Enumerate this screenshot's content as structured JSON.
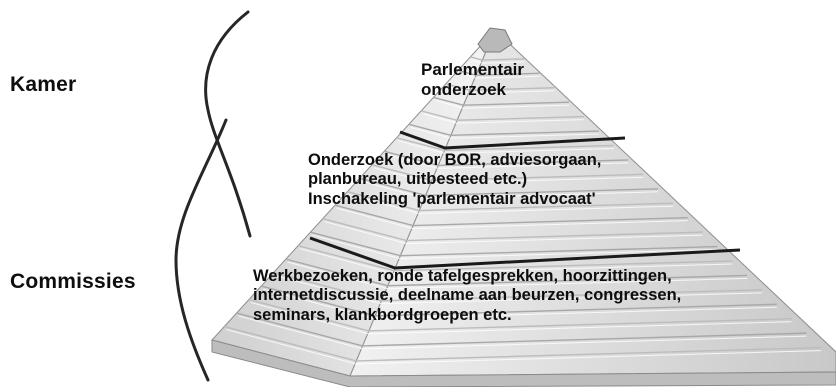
{
  "side_labels": {
    "top": "Kamer",
    "bottom": "Commissies"
  },
  "tiers": {
    "top": {
      "lines": [
        "Parlementair",
        "onderzoek"
      ]
    },
    "middle": {
      "lines": [
        "Onderzoek (door BOR, adviesorgaan,",
        "planbureau, uitbesteed etc.)",
        "Inschakeling 'parlementair advocaat'"
      ]
    },
    "bottom": {
      "lines": [
        "Werkbezoeken, ronde tafelgesprekken, hoorzittingen,",
        "internetdiscussie, deelname aan beurzen, congressen,",
        "seminars, klankbordgroepen etc."
      ]
    }
  },
  "colors": {
    "stone_light": "#f2f2f2",
    "stone_mid": "#d4d4d4",
    "stone_dark": "#9a9a9a",
    "divider": "#1a1a1a",
    "brace": "#2a2a2a"
  }
}
